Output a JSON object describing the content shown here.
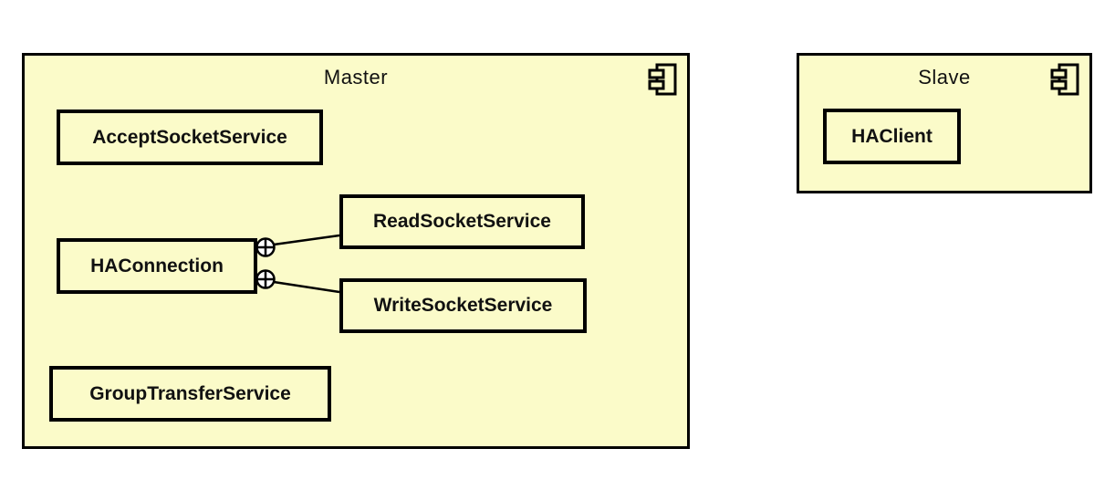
{
  "diagram_type": "UML component diagram",
  "colors": {
    "component_fill": "#fbfbc9",
    "line": "#000000",
    "text": "#111111",
    "page_background": "#ffffff"
  },
  "master": {
    "title": "Master",
    "icon": "uml-component-icon",
    "nodes": {
      "accept_socket_service": "AcceptSocketService",
      "ha_connection": "HAConnection",
      "read_socket_service": "ReadSocketService",
      "write_socket_service": "WriteSocketService",
      "group_transfer_service": "GroupTransferService"
    }
  },
  "slave": {
    "title": "Slave",
    "icon": "uml-component-icon",
    "nodes": {
      "ha_client": "HAClient"
    }
  },
  "connectors": [
    {
      "from": "HAConnection",
      "to": "ReadSocketService",
      "style": "circled-plus containment"
    },
    {
      "from": "HAConnection",
      "to": "WriteSocketService",
      "style": "circled-plus containment"
    }
  ]
}
